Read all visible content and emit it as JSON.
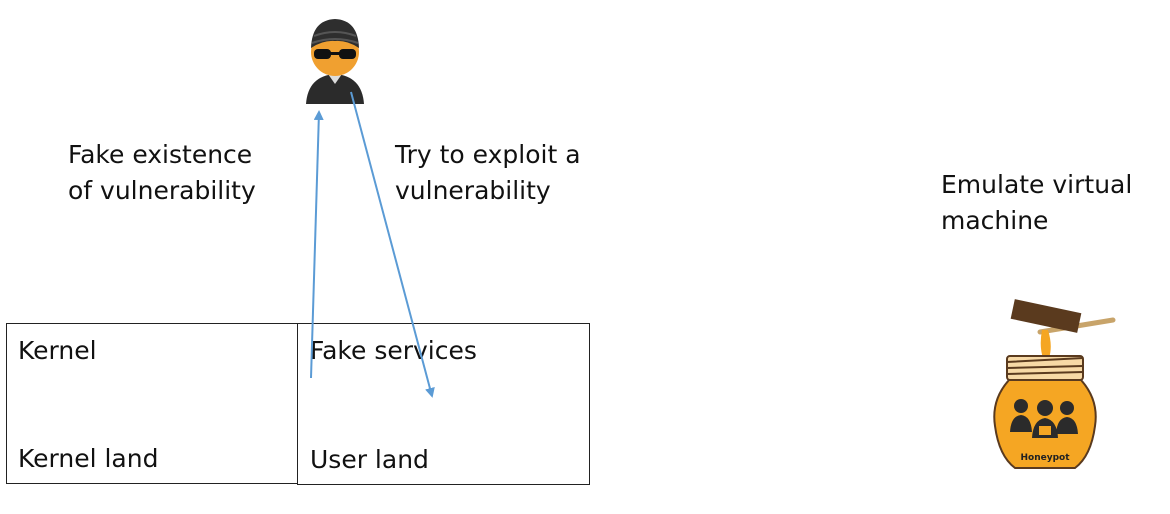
{
  "labels": {
    "fake_existence": [
      "Fake existence",
      "of vulnerability"
    ],
    "try_exploit": [
      "Try to exploit a",
      "vulnerability"
    ],
    "emulate": [
      "Emulate virtual",
      "machine"
    ]
  },
  "kernel_box": {
    "title": "Kernel",
    "footer": "Kernel land"
  },
  "user_box": {
    "title": "Fake services",
    "footer": "User land"
  },
  "honeypot": {
    "label": "Honeypot"
  },
  "colors": {
    "arrow": "#5b9bd5",
    "honey": "#f5a623",
    "stick": "#5a3a1e",
    "hacker": "#2b2b2b"
  },
  "icons": {
    "attacker": "hacker-icon",
    "honeypot": "honeypot-jar-icon"
  }
}
